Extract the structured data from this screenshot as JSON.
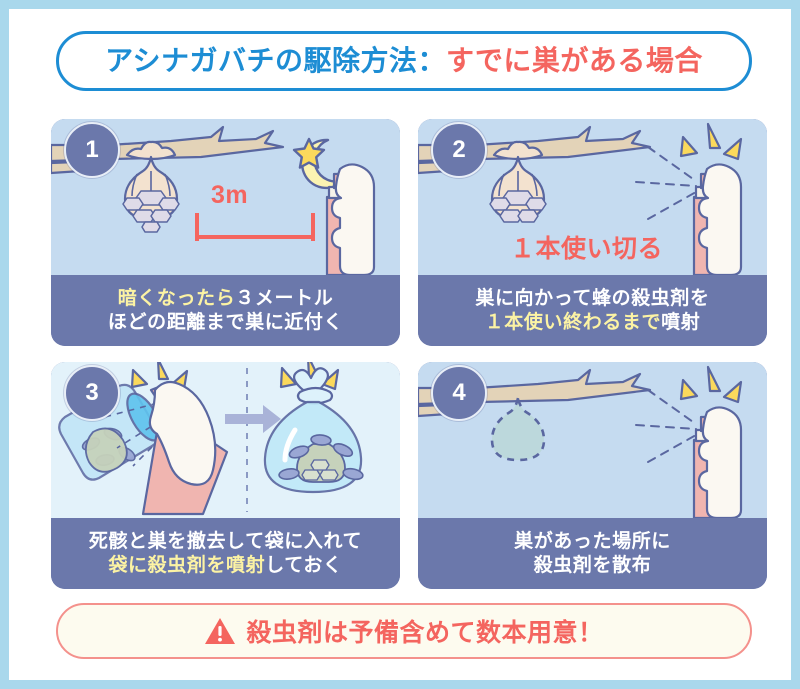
{
  "title": {
    "main_blue": "アシナガバチの駆除方法：",
    "main_red": "すでに巣がある場合"
  },
  "colors": {
    "outer_border": "#a9d8ec",
    "title_border": "#1d8dd4",
    "title_blue": "#1d8dd4",
    "title_red": "#f4655f",
    "caption_bar": "#6b78ab",
    "panel_sky": "#c5dbf0",
    "panel_sky_pale": "#e3f2fa",
    "highlight_yellow": "#fcf3a4",
    "accent_red": "#f4655f",
    "nest_beige": "#f3e2cf",
    "branch_tan": "#e3d3b8",
    "outline_navy": "#5a67a0",
    "spray_pink": "#f0b5b0",
    "burst_yellow": "#fbd95c",
    "moon_yellow": "#fbf3b2",
    "banner_bg": "#fdfbef",
    "banner_border": "#f4918c"
  },
  "panels": [
    {
      "number": "1",
      "art_name": "night-approach-nest-3m",
      "art_note": "3m",
      "art_note_name": "distance-label-3m",
      "icons": [
        "moon-icon",
        "star-icon",
        "wasp-nest-icon",
        "tree-branch-icon",
        "spray-can-icon",
        "hand-icon",
        "measure-bracket-icon"
      ],
      "caption": [
        {
          "highlight": "暗くなったら",
          "plain": "３メートル"
        },
        {
          "highlight": "",
          "plain": "ほどの距離まで巣に近付く"
        }
      ]
    },
    {
      "number": "2",
      "art_name": "spray-nest-full-can",
      "art_note": "１本使い切る",
      "art_note_name": "use-one-can-label",
      "icons": [
        "wasp-nest-icon",
        "tree-branch-icon",
        "spray-can-icon",
        "hand-icon",
        "spray-burst-icon",
        "spray-lines-icon"
      ],
      "caption": [
        {
          "highlight": "",
          "plain": "巣に向かって蜂の殺虫剤を"
        },
        {
          "highlight": "１本使い終わるまで",
          "plain": "噴射"
        }
      ]
    },
    {
      "number": "3",
      "art_name": "bag-carcasses-and-nest",
      "art_note": "",
      "art_note_name": "",
      "icons": [
        "plastic-bag-icon",
        "wasp-nest-icon",
        "dead-wasp-icon",
        "spray-can-icon",
        "hand-icon",
        "spray-burst-icon",
        "arrow-right-icon",
        "divider-dashed-icon",
        "tied-bag-icon"
      ],
      "caption": [
        {
          "highlight": "",
          "plain": "死骸と巣を撤去して袋に入れて"
        },
        {
          "highlight": "袋に殺虫剤を噴射",
          "plain": "しておく"
        }
      ]
    },
    {
      "number": "4",
      "art_name": "spray-former-nest-site",
      "art_note": "",
      "art_note_name": "",
      "icons": [
        "tree-branch-icon",
        "ghost-nest-outline-icon",
        "spray-can-icon",
        "hand-icon",
        "spray-burst-icon",
        "spray-lines-icon"
      ],
      "caption": [
        {
          "highlight": "",
          "plain": "巣があった場所に"
        },
        {
          "highlight": "",
          "plain": "殺虫剤を散布"
        }
      ]
    }
  ],
  "banner": {
    "icon": "warning-triangle-icon",
    "text": "殺虫剤は予備含めて数本用意！"
  }
}
